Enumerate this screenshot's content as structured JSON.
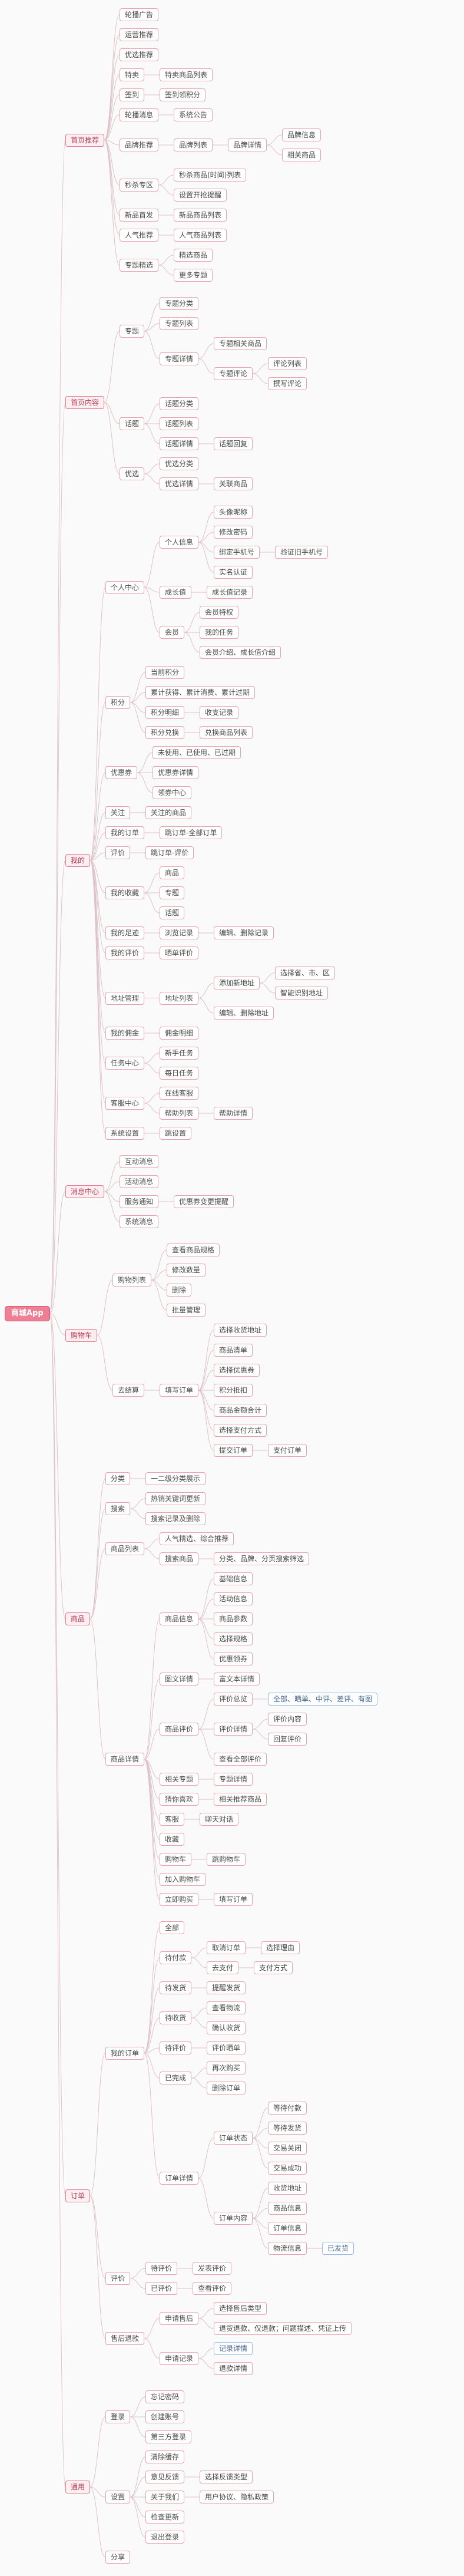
{
  "meta": {
    "app_title": "商城App",
    "colors": {
      "canvas_bg": "#fafafa",
      "connector": "#dcc2c8",
      "node_border_pink": "#e8a3ae",
      "node_text": "#4a4a4a",
      "root_bg": "#ee7f97",
      "root_border": "#d9536f",
      "root_text": "#ffffff",
      "branch_bg": "#fdeef1",
      "branch_border": "#e2798f",
      "branch_text": "#b03a52",
      "node_border_blue": "#96b9e6",
      "node_text_blue": "#49688f"
    }
  },
  "tree": {
    "label": "商城App",
    "children": [
      {
        "label": "首页推荐",
        "children": [
          {
            "label": "轮播广告"
          },
          {
            "label": "运营推荐"
          },
          {
            "label": "优选推荐"
          },
          {
            "label": "特卖",
            "children": [
              {
                "label": "特卖商品列表"
              }
            ]
          },
          {
            "label": "签到",
            "children": [
              {
                "label": "签到领积分"
              }
            ]
          },
          {
            "label": "轮播消息",
            "children": [
              {
                "label": "系统公告"
              }
            ]
          },
          {
            "label": "品牌推荐",
            "children": [
              {
                "label": "品牌列表",
                "children": [
                  {
                    "label": "品牌详情",
                    "children": [
                      {
                        "label": "品牌信息"
                      },
                      {
                        "label": "相关商品"
                      }
                    ]
                  }
                ]
              }
            ]
          },
          {
            "label": "秒杀专区",
            "children": [
              {
                "label": "秒杀商品(时间)列表"
              },
              {
                "label": "设置开抢提醒"
              }
            ]
          },
          {
            "label": "新品首发",
            "children": [
              {
                "label": "新品商品列表"
              }
            ]
          },
          {
            "label": "人气推荐",
            "children": [
              {
                "label": "人气商品列表"
              }
            ]
          },
          {
            "label": "专题精选",
            "children": [
              {
                "label": "精选商品"
              },
              {
                "label": "更多专题"
              }
            ]
          }
        ]
      },
      {
        "label": "首页内容",
        "children": [
          {
            "label": "专题",
            "children": [
              {
                "label": "专题分类"
              },
              {
                "label": "专题列表"
              },
              {
                "label": "专题详情",
                "children": [
                  {
                    "label": "专题相关商品"
                  },
                  {
                    "label": "专题评论",
                    "children": [
                      {
                        "label": "评论列表"
                      },
                      {
                        "label": "撰写评论"
                      }
                    ]
                  }
                ]
              }
            ]
          },
          {
            "label": "话题",
            "children": [
              {
                "label": "话题分类"
              },
              {
                "label": "话题列表"
              },
              {
                "label": "话题详情",
                "children": [
                  {
                    "label": "话题回复"
                  }
                ]
              }
            ]
          },
          {
            "label": "优选",
            "children": [
              {
                "label": "优选分类"
              },
              {
                "label": "优选详情",
                "children": [
                  {
                    "label": "关联商品"
                  }
                ]
              }
            ]
          }
        ]
      },
      {
        "label": "我的",
        "children": [
          {
            "label": "个人中心",
            "children": [
              {
                "label": "个人信息",
                "children": [
                  {
                    "label": "头像昵称"
                  },
                  {
                    "label": "修改密码"
                  },
                  {
                    "label": "绑定手机号",
                    "children": [
                      {
                        "label": "验证旧手机号"
                      }
                    ]
                  },
                  {
                    "label": "实名认证"
                  }
                ]
              },
              {
                "label": "成长值",
                "children": [
                  {
                    "label": "成长值记录"
                  }
                ]
              },
              {
                "label": "会员",
                "children": [
                  {
                    "label": "会员特权"
                  },
                  {
                    "label": "我的任务"
                  },
                  {
                    "label": "会员介绍、成长值介绍"
                  }
                ]
              }
            ]
          },
          {
            "label": "积分",
            "children": [
              {
                "label": "当前积分"
              },
              {
                "label": "累计获得、累计消费、累计过期"
              },
              {
                "label": "积分明细",
                "children": [
                  {
                    "label": "收支记录"
                  }
                ]
              },
              {
                "label": "积分兑换",
                "children": [
                  {
                    "label": "兑换商品列表"
                  }
                ]
              }
            ]
          },
          {
            "label": "优惠券",
            "children": [
              {
                "label": "未使用、已使用、已过期"
              },
              {
                "label": "优惠券详情"
              },
              {
                "label": "领券中心"
              }
            ]
          },
          {
            "label": "关注",
            "children": [
              {
                "label": "关注的商品"
              }
            ]
          },
          {
            "label": "我的订单",
            "children": [
              {
                "label": "跳订单-全部订单"
              }
            ]
          },
          {
            "label": "评价",
            "children": [
              {
                "label": "跳订单-评价"
              }
            ]
          },
          {
            "label": "我的收藏",
            "children": [
              {
                "label": "商品"
              },
              {
                "label": "专题"
              },
              {
                "label": "话题"
              }
            ]
          },
          {
            "label": "我的足迹",
            "children": [
              {
                "label": "浏览记录",
                "children": [
                  {
                    "label": "编辑、删除记录"
                  }
                ]
              }
            ]
          },
          {
            "label": "我的评价",
            "children": [
              {
                "label": "晒单评价"
              }
            ]
          },
          {
            "label": "地址管理",
            "children": [
              {
                "label": "地址列表",
                "children": [
                  {
                    "label": "添加新地址",
                    "children": [
                      {
                        "label": "选择省、市、区"
                      },
                      {
                        "label": "智能识别地址"
                      }
                    ]
                  },
                  {
                    "label": "编辑、删除地址"
                  }
                ]
              }
            ]
          },
          {
            "label": "我的佣金",
            "children": [
              {
                "label": "佣金明细"
              }
            ]
          },
          {
            "label": "任务中心",
            "children": [
              {
                "label": "新手任务"
              },
              {
                "label": "每日任务"
              }
            ]
          },
          {
            "label": "客服中心",
            "children": [
              {
                "label": "在线客服"
              },
              {
                "label": "帮助列表",
                "children": [
                  {
                    "label": "帮助详情"
                  }
                ]
              }
            ]
          },
          {
            "label": "系统设置",
            "children": [
              {
                "label": "跳设置"
              }
            ]
          }
        ]
      },
      {
        "label": "消息中心",
        "children": [
          {
            "label": "互动消息"
          },
          {
            "label": "活动消息"
          },
          {
            "label": "服务通知",
            "children": [
              {
                "label": "优惠券变更提醒"
              }
            ]
          },
          {
            "label": "系统消息"
          }
        ]
      },
      {
        "label": "购物车",
        "children": [
          {
            "label": "购物列表",
            "children": [
              {
                "label": "查看商品规格"
              },
              {
                "label": "修改数量"
              },
              {
                "label": "删除"
              },
              {
                "label": "批量管理"
              }
            ]
          },
          {
            "label": "去结算",
            "children": [
              {
                "label": "填写订单",
                "children": [
                  {
                    "label": "选择收货地址"
                  },
                  {
                    "label": "商品清单"
                  },
                  {
                    "label": "选择优惠券"
                  },
                  {
                    "label": "积分抵扣"
                  },
                  {
                    "label": "商品金额合计"
                  },
                  {
                    "label": "选择支付方式"
                  },
                  {
                    "label": "提交订单",
                    "children": [
                      {
                        "label": "支付订单"
                      }
                    ]
                  }
                ]
              }
            ]
          }
        ]
      },
      {
        "label": "商品",
        "children": [
          {
            "label": "分类",
            "children": [
              {
                "label": "一二级分类展示"
              }
            ]
          },
          {
            "label": "搜索",
            "children": [
              {
                "label": "热销关键词更新"
              },
              {
                "label": "搜索记录及删除"
              }
            ]
          },
          {
            "label": "商品列表",
            "children": [
              {
                "label": "人气精选、综合推荐"
              },
              {
                "label": "搜索商品",
                "children": [
                  {
                    "label": "分类、品牌、分页搜索筛选"
                  }
                ]
              }
            ]
          },
          {
            "label": "商品详情",
            "children": [
              {
                "label": "商品信息",
                "children": [
                  {
                    "label": "基础信息"
                  },
                  {
                    "label": "活动信息"
                  },
                  {
                    "label": "商品参数"
                  },
                  {
                    "label": "选择规格"
                  },
                  {
                    "label": "优惠领券"
                  }
                ]
              },
              {
                "label": "图文详情",
                "children": [
                  {
                    "label": "富文本详情"
                  }
                ]
              },
              {
                "label": "商品评价",
                "children": [
                  {
                    "label": "评价总览",
                    "children": [
                      {
                        "label": "全部、晒单、中评、差评、有图",
                        "c": "b"
                      }
                    ]
                  },
                  {
                    "label": "评价详情",
                    "children": [
                      {
                        "label": "评价内容"
                      },
                      {
                        "label": "回复评价"
                      }
                    ]
                  },
                  {
                    "label": "查看全部评价"
                  }
                ]
              },
              {
                "label": "相关专题",
                "children": [
                  {
                    "label": "专题详情"
                  }
                ]
              },
              {
                "label": "猜你喜欢",
                "children": [
                  {
                    "label": "相关推荐商品"
                  }
                ]
              },
              {
                "label": "客服",
                "children": [
                  {
                    "label": "聊天对话"
                  }
                ]
              },
              {
                "label": "收藏"
              },
              {
                "label": "购物车",
                "children": [
                  {
                    "label": "跳购物车"
                  }
                ]
              },
              {
                "label": "加入购物车"
              },
              {
                "label": "立即购买",
                "children": [
                  {
                    "label": "填写订单"
                  }
                ]
              }
            ]
          }
        ]
      },
      {
        "label": "订单",
        "children": [
          {
            "label": "我的订单",
            "children": [
              {
                "label": "全部"
              },
              {
                "label": "待付款",
                "children": [
                  {
                    "label": "取消订单",
                    "children": [
                      {
                        "label": "选择理由"
                      }
                    ]
                  },
                  {
                    "label": "去支付",
                    "children": [
                      {
                        "label": "支付方式"
                      }
                    ]
                  }
                ]
              },
              {
                "label": "待发货",
                "children": [
                  {
                    "label": "提醒发货"
                  }
                ]
              },
              {
                "label": "待收货",
                "children": [
                  {
                    "label": "查看物流"
                  },
                  {
                    "label": "确认收货"
                  }
                ]
              },
              {
                "label": "待评价",
                "children": [
                  {
                    "label": "评价晒单"
                  }
                ]
              },
              {
                "label": "已完成",
                "children": [
                  {
                    "label": "再次购买"
                  },
                  {
                    "label": "删除订单"
                  }
                ]
              },
              {
                "label": "订单详情",
                "children": [
                  {
                    "label": "订单状态",
                    "children": [
                      {
                        "label": "等待付款"
                      },
                      {
                        "label": "等待发货"
                      },
                      {
                        "label": "交易关闭"
                      },
                      {
                        "label": "交易成功"
                      }
                    ]
                  },
                  {
                    "label": "订单内容",
                    "children": [
                      {
                        "label": "收货地址"
                      },
                      {
                        "label": "商品信息"
                      },
                      {
                        "label": "订单信息"
                      },
                      {
                        "label": "物流信息",
                        "children": [
                          {
                            "label": "已发货",
                            "c": "b"
                          }
                        ]
                      }
                    ]
                  }
                ]
              }
            ]
          },
          {
            "label": "评价",
            "children": [
              {
                "label": "待评价",
                "children": [
                  {
                    "label": "发表评价"
                  }
                ]
              },
              {
                "label": "已评价",
                "children": [
                  {
                    "label": "查看评价"
                  }
                ]
              }
            ]
          },
          {
            "label": "售后退款",
            "children": [
              {
                "label": "申请售后",
                "children": [
                  {
                    "label": "选择售后类型"
                  },
                  {
                    "label": "退货退款、仅退款；问题描述、凭证上传"
                  }
                ]
              },
              {
                "label": "申请记录",
                "children": [
                  {
                    "label": "记录详情",
                    "c": "b"
                  },
                  {
                    "label": "退款详情"
                  }
                ]
              }
            ]
          }
        ]
      },
      {
        "label": "通用",
        "children": [
          {
            "label": "登录",
            "children": [
              {
                "label": "忘记密码"
              },
              {
                "label": "创建账号"
              },
              {
                "label": "第三方登录"
              }
            ]
          },
          {
            "label": "设置",
            "children": [
              {
                "label": "清除缓存"
              },
              {
                "label": "意见反馈",
                "children": [
                  {
                    "label": "选择反馈类型"
                  }
                ]
              },
              {
                "label": "关于我们",
                "children": [
                  {
                    "label": "用户协议、隐私政策"
                  }
                ]
              },
              {
                "label": "检查更新"
              },
              {
                "label": "退出登录"
              }
            ]
          },
          {
            "label": "分享"
          }
        ]
      }
    ]
  }
}
